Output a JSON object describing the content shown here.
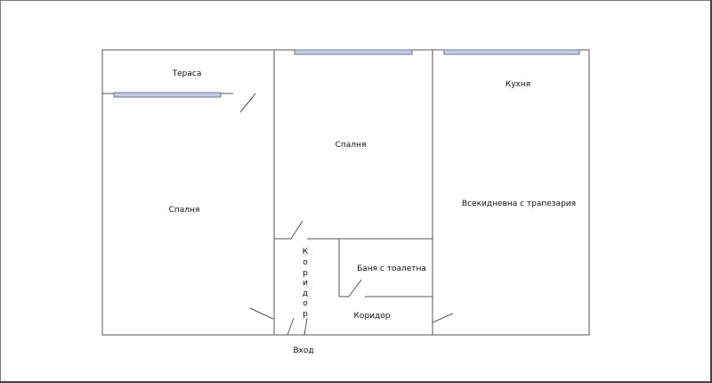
{
  "plan": {
    "rooms": {
      "terrace": "Тераса",
      "bedroom_left": "Спалня",
      "bedroom_center": "Спалня",
      "kitchen": "Кухня",
      "living_room": "Всекидневна с трапезария",
      "bathroom": "Баня с тоалетна",
      "corridor_horizontal": "Коридор"
    },
    "corridor_vertical": [
      "К",
      "о",
      "р",
      "и",
      "д",
      "о",
      "р"
    ],
    "entrance": "Вход"
  },
  "colors": {
    "wall": "#555555",
    "window_fill": "#c5cde6",
    "window_stroke": "#6f7894"
  }
}
